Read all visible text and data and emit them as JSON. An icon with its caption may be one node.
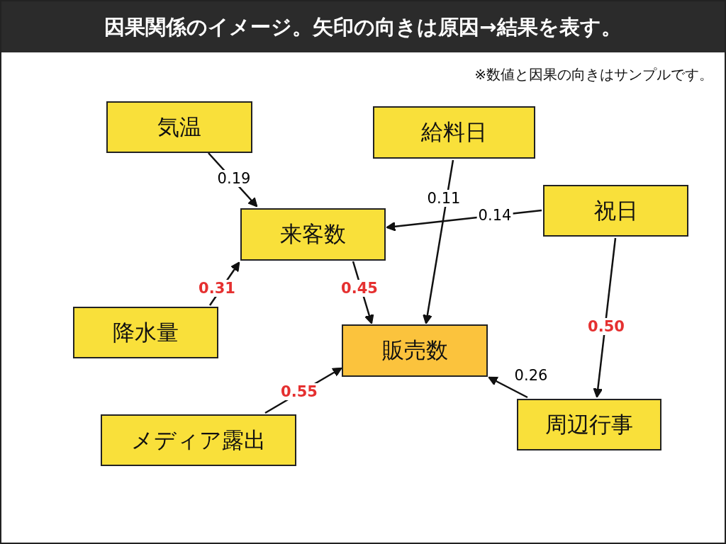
{
  "diagram": {
    "title": "因果関係のイメージ。矢印の向きは原因→結果を表す。",
    "nodes": [
      {
        "text": [
          "気温"
        ]
      },
      {
        "text": [
          "給料日"
        ]
      },
      {
        "text": [
          "祝日"
        ]
      },
      {
        "text": [
          "来客数"
        ]
      },
      {
        "text": [
          "降水量"
        ]
      },
      {
        "text": [
          "販売数"
        ]
      },
      {
        "text": [
          "メディア露出"
        ]
      },
      {
        "text": [
          "周辺行事"
        ]
      }
    ],
    "edges": [
      {
        "from": 0,
        "to": 3,
        "arrow": "to",
        "label": "0.19"
      },
      {
        "from": 1,
        "to": 5,
        "arrow": "to",
        "label": "0.11"
      },
      {
        "from": 2,
        "to": 3,
        "arrow": "to",
        "label": "0.14"
      },
      {
        "from": 4,
        "to": 3,
        "arrow": "to",
        "label": "0.31"
      },
      {
        "from": 3,
        "to": 5,
        "arrow": "to",
        "label": "0.45"
      },
      {
        "from": 2,
        "to": 7,
        "arrow": "to",
        "label": "0.50"
      },
      {
        "from": 6,
        "to": 5,
        "arrow": "to",
        "label": "0.55"
      },
      {
        "from": 7,
        "to": 5,
        "arrow": "to",
        "label": "0.26"
      }
    ],
    "labels": [
      "※数値と因果の向きはサンプルです。"
    ]
  }
}
